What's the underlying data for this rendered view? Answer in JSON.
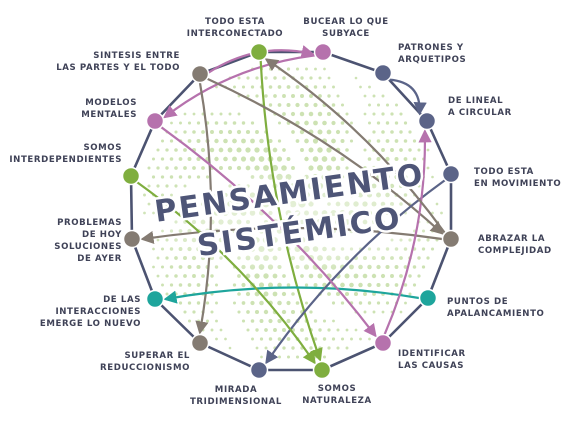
{
  "title": {
    "line1": "PENSAMIENTO",
    "line2": "SISTÉMICO"
  },
  "colors": {
    "ring": "#4c5371",
    "dots": "#bcd89a",
    "green": "#7fae3f",
    "pink": "#b672ad",
    "slate": "#5b6488",
    "taupe": "#847b72",
    "teal": "#1ea59c",
    "title": "#4e5577"
  },
  "nodes": [
    {
      "id": "todo-interconectado",
      "lines": [
        "TODO ESTA",
        "INTERCONECTADO"
      ],
      "color": "green"
    },
    {
      "id": "buscar-lo-que-subyace",
      "lines": [
        "BUCEAR LO QUE",
        "SUBYACE"
      ],
      "color": "pink"
    },
    {
      "id": "patrones-arquetipos",
      "lines": [
        "PATRONES Y",
        "ARQUETIPOS"
      ],
      "color": "slate"
    },
    {
      "id": "de-lineal-a-circular",
      "lines": [
        "DE LINEAL",
        "A CIRCULAR"
      ],
      "color": "slate"
    },
    {
      "id": "todo-en-movimiento",
      "lines": [
        "TODO ESTA",
        "EN MOVIMIENTO"
      ],
      "color": "slate"
    },
    {
      "id": "abrazar-complejidad",
      "lines": [
        "ABRAZAR LA",
        "COMPLEJIDAD"
      ],
      "color": "taupe"
    },
    {
      "id": "puntos-apalancamiento",
      "lines": [
        "PUNTOS DE",
        "APALANCAMIENTO"
      ],
      "color": "teal"
    },
    {
      "id": "identificar-causas",
      "lines": [
        "IDENTIFICAR",
        "LAS CAUSAS"
      ],
      "color": "pink"
    },
    {
      "id": "somos-naturaleza",
      "lines": [
        "SOMOS",
        "NATURALEZA"
      ],
      "color": "green"
    },
    {
      "id": "mirada-tridimensional",
      "lines": [
        "MIRADA",
        "TRIDIMENSIONAL"
      ],
      "color": "slate"
    },
    {
      "id": "superar-reduccionismo",
      "lines": [
        "SUPERAR EL",
        "REDUCCIONISMO"
      ],
      "color": "taupe"
    },
    {
      "id": "interacciones-emerge",
      "lines": [
        "DE LAS",
        "INTERACCIONES",
        "EMERGE LO NUEVO"
      ],
      "color": "teal"
    },
    {
      "id": "problemas-hoy",
      "lines": [
        "PROBLEMAS",
        "DE HOY",
        "SOLUCIONES",
        "DE AYER"
      ],
      "color": "taupe"
    },
    {
      "id": "somos-interdependientes",
      "lines": [
        "SOMOS",
        "INTERDEPENDIENTES"
      ],
      "color": "green"
    },
    {
      "id": "modelos-mentales",
      "lines": [
        "MODELOS",
        "MENTALES"
      ],
      "color": "pink"
    },
    {
      "id": "sintesis-partes-todo",
      "lines": [
        "SINTESIS ENTRE",
        "LAS PARTES Y EL TODO"
      ],
      "color": "taupe"
    }
  ],
  "arrows": [
    {
      "from": 1,
      "to": 14,
      "color": "pink"
    },
    {
      "from": 15,
      "to": 1,
      "color": "pink"
    },
    {
      "from": 0,
      "to": 8,
      "color": "green"
    },
    {
      "from": 15,
      "to": 10,
      "color": "taupe"
    },
    {
      "from": 5,
      "to": 12,
      "color": "taupe"
    },
    {
      "from": 15,
      "to": 5,
      "color": "taupe"
    },
    {
      "from": 6,
      "to": 11,
      "color": "teal"
    },
    {
      "from": 2,
      "to": 3,
      "color": "slate"
    },
    {
      "from": 4,
      "to": 9,
      "color": "slate"
    },
    {
      "from": 13,
      "to": 8,
      "color": "green"
    },
    {
      "from": 7,
      "to": 3,
      "color": "pink"
    },
    {
      "from": 14,
      "to": 7,
      "color": "pink"
    },
    {
      "from": 5,
      "to": 0,
      "color": "taupe"
    }
  ]
}
